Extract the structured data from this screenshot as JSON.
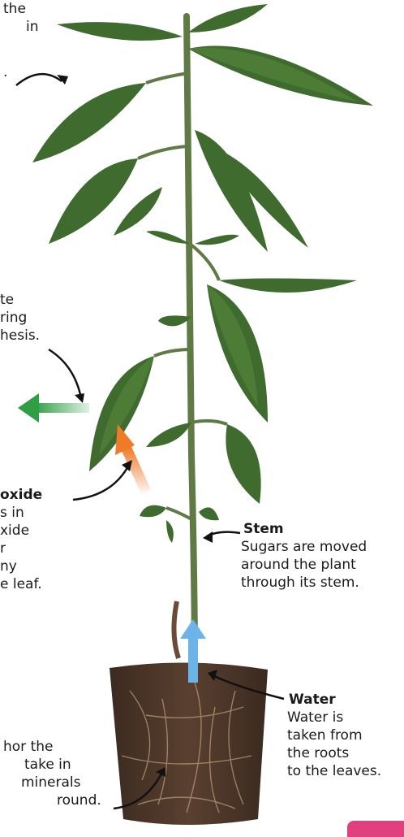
{
  "colors": {
    "leaf": "#3f6b2f",
    "leaf_light": "#5a8a3e",
    "stem": "#5f7a45",
    "oxygen_arrow": "#2f9e44",
    "co2_arrow": "#f07a28",
    "water_arrow": "#6bb3e8",
    "soil": "#4a3428",
    "corner_tab": "#e0417e"
  },
  "labels": {
    "leaf_top": {
      "line1": "the",
      "line2": "in",
      "line3": "."
    },
    "oxygen": {
      "line1": "te",
      "line2": "ring",
      "line3": "hesis."
    },
    "co2": {
      "title": "oxide",
      "line1": "s in",
      "line2": "xide",
      "line3": "r",
      "line4": "ny",
      "line5": "e leaf."
    },
    "stem": {
      "title": "Stem",
      "line1": "Sugars are moved",
      "line2": "around the plant",
      "line3": "through its stem."
    },
    "water": {
      "title": "Water",
      "line1": "Water is",
      "line2": "taken from",
      "line3": "the roots",
      "line4": "to the leaves."
    },
    "roots": {
      "line1": "hor the",
      "line2": "take in",
      "line3": "minerals",
      "line4": "round."
    }
  },
  "icons": [
    "oxygen-arrow-icon",
    "co2-arrow-icon",
    "water-arrow-icon"
  ]
}
